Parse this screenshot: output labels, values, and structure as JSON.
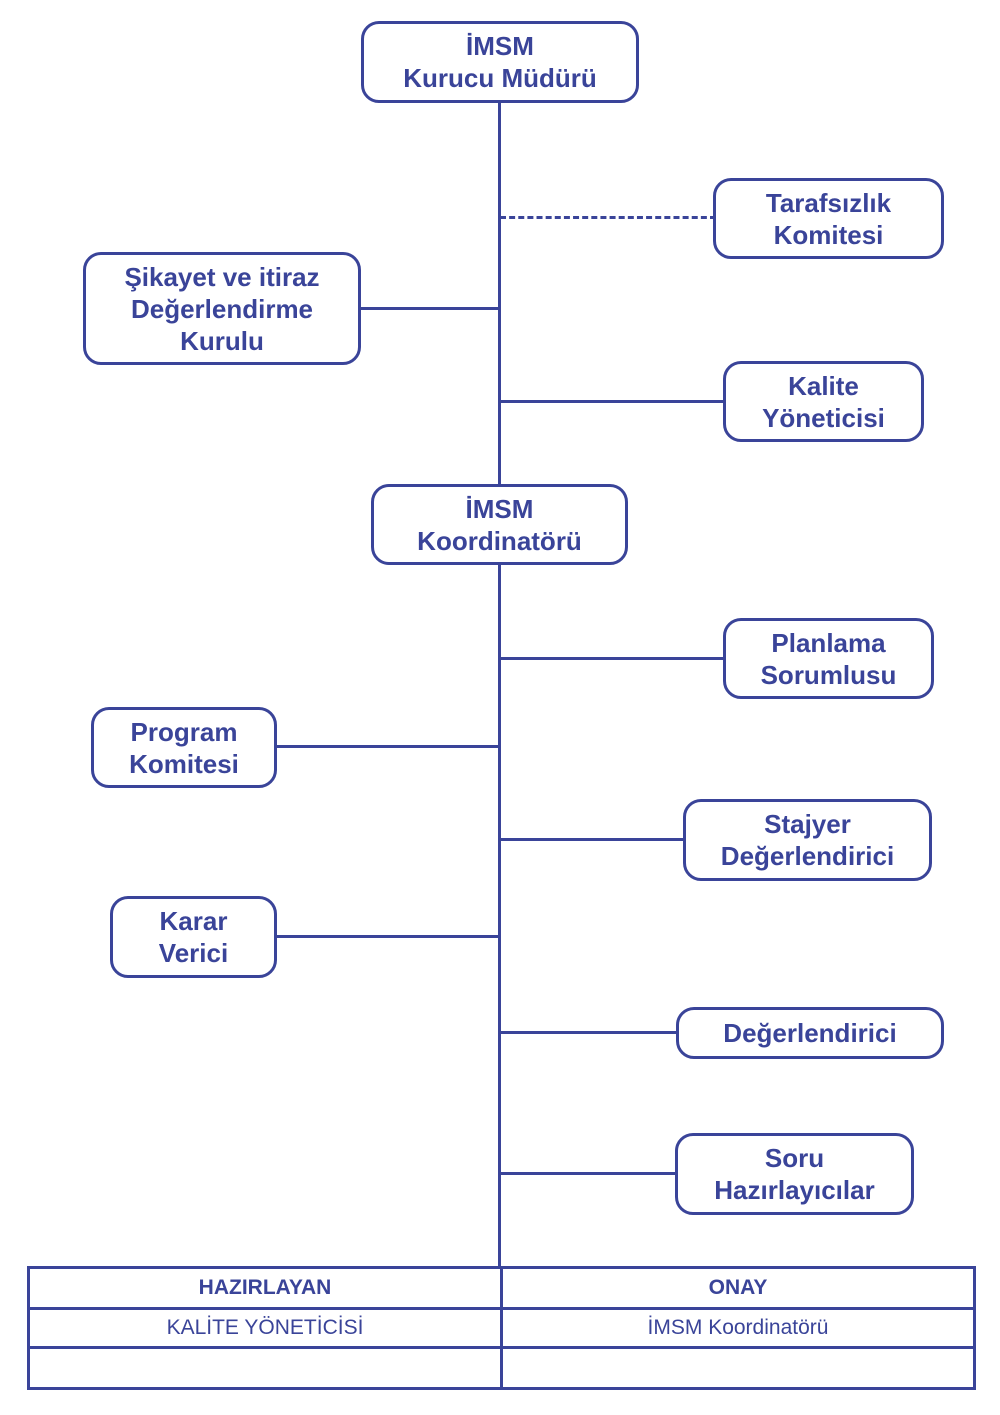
{
  "org_chart": {
    "founder": {
      "line1": "İMSM",
      "line2": "Kurucu Müdürü"
    },
    "impartiality": {
      "line1": "Tarafsızlık",
      "line2": "Komitesi"
    },
    "complaint": {
      "line1": "Şikayet ve itiraz",
      "line2": "Değerlendirme",
      "line3": "Kurulu"
    },
    "quality": {
      "line1": "Kalite",
      "line2": "Yöneticisi"
    },
    "coordinator": {
      "line1": "İMSM",
      "line2": "Koordinatörü"
    },
    "planning": {
      "line1": "Planlama",
      "line2": "Sorumlusu"
    },
    "program": {
      "line1": "Program",
      "line2": "Komitesi"
    },
    "intern_evaluator": {
      "line1": "Stajyer",
      "line2": "Değerlendirici"
    },
    "decision_maker": {
      "line1": "Karar",
      "line2": "Verici"
    },
    "evaluator": {
      "line1": "Değerlendirici"
    },
    "question_writers": {
      "line1": "Soru",
      "line2": "Hazırlayıcılar"
    }
  },
  "signature_table": {
    "prepared_header": "HAZIRLAYAN",
    "approval_header": "ONAY",
    "prepared_value": "KALİTE YÖNETİCİSİ",
    "approval_value": "İMSM Koordinatörü"
  }
}
